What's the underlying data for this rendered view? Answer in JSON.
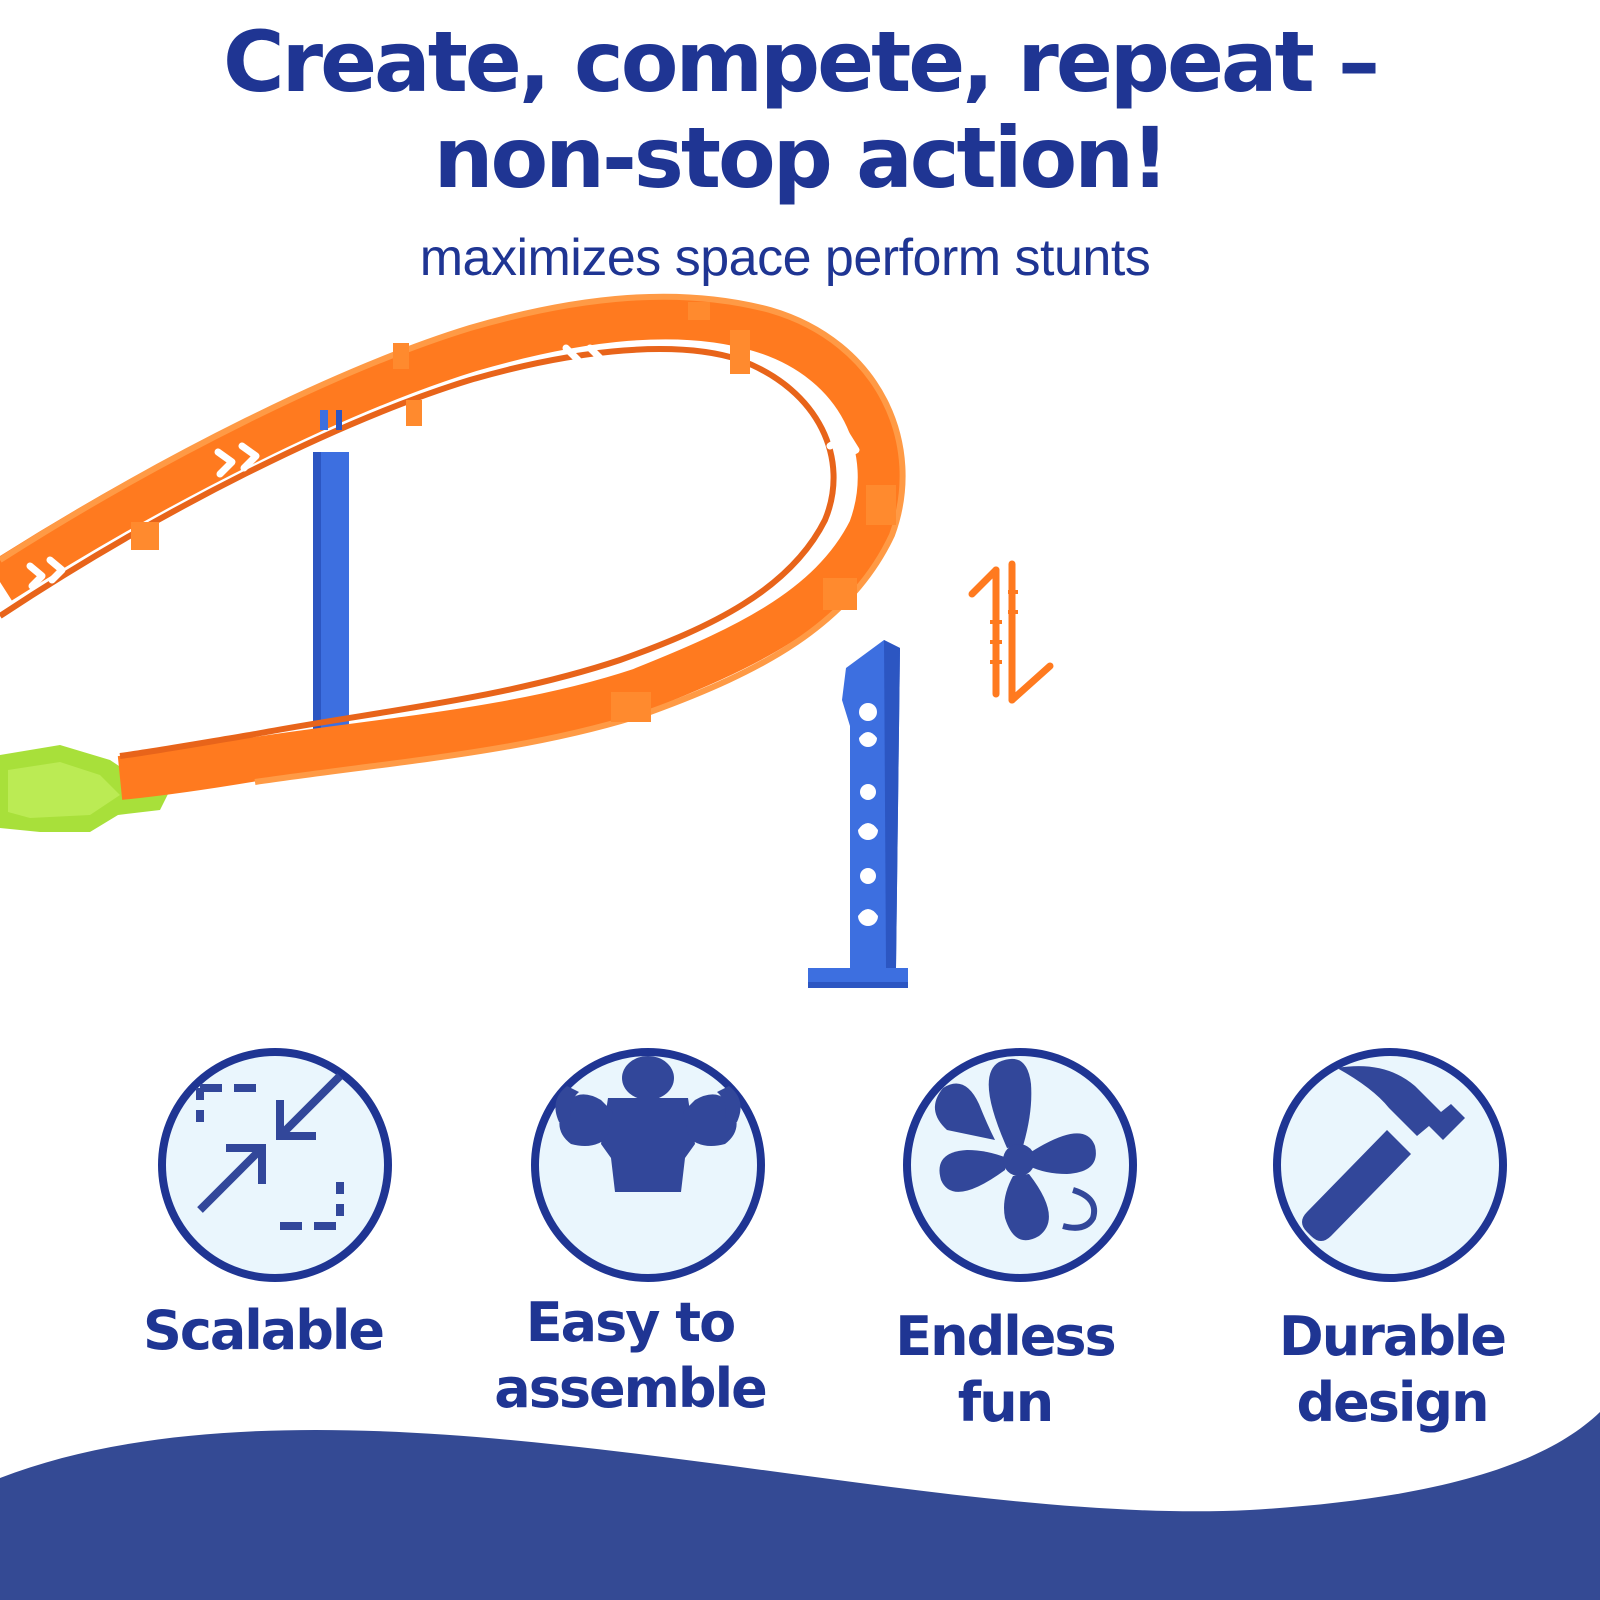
{
  "headline": {
    "line1": "Create, compete, repeat –",
    "line2": "non-stop action!"
  },
  "subtitle": "maximizes space perform stunts",
  "features": [
    {
      "label_line1": "Scalable",
      "label_line2": "",
      "icon": "resize-arrows-icon"
    },
    {
      "label_line1": "Easy to",
      "label_line2": "assemble",
      "icon": "muscle-man-icon"
    },
    {
      "label_line1": "Endless",
      "label_line2": "fun",
      "icon": "pinwheel-icon"
    },
    {
      "label_line1": "Durable",
      "label_line2": "design",
      "icon": "hammer-icon"
    }
  ],
  "colors": {
    "brand_blue": "#1f3593",
    "icon_fill": "#32479a",
    "circle_bg": "#eaf6fd",
    "track_orange": "#ff7a1f",
    "support_blue": "#3d6fe0",
    "connector_green": "#a8e03a",
    "wave_blue": "#344a94"
  }
}
